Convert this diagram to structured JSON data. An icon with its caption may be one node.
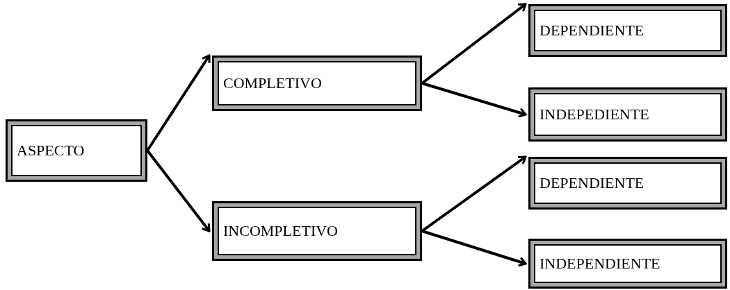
{
  "diagram": {
    "nodes": [
      {
        "text": [
          "ASPECTO"
        ]
      },
      {
        "text": [
          "COMPLETIVO"
        ]
      },
      {
        "text": [
          "INCOMPLETIVO"
        ]
      },
      {
        "text": [
          "DEPENDIENTE"
        ]
      },
      {
        "text": [
          "INDEPEDIENTE"
        ]
      },
      {
        "text": [
          "DEPENDIENTE"
        ]
      },
      {
        "text": [
          "INDEPENDIENTE"
        ]
      }
    ],
    "edges": [
      {
        "from": 0,
        "to": 1,
        "arrow": "to"
      },
      {
        "from": 0,
        "to": 2,
        "arrow": "to"
      },
      {
        "from": 1,
        "to": 3,
        "arrow": "to"
      },
      {
        "from": 1,
        "to": 4,
        "arrow": "to"
      },
      {
        "from": 2,
        "to": 5,
        "arrow": "to"
      },
      {
        "from": 2,
        "to": 6,
        "arrow": "to"
      }
    ]
  }
}
